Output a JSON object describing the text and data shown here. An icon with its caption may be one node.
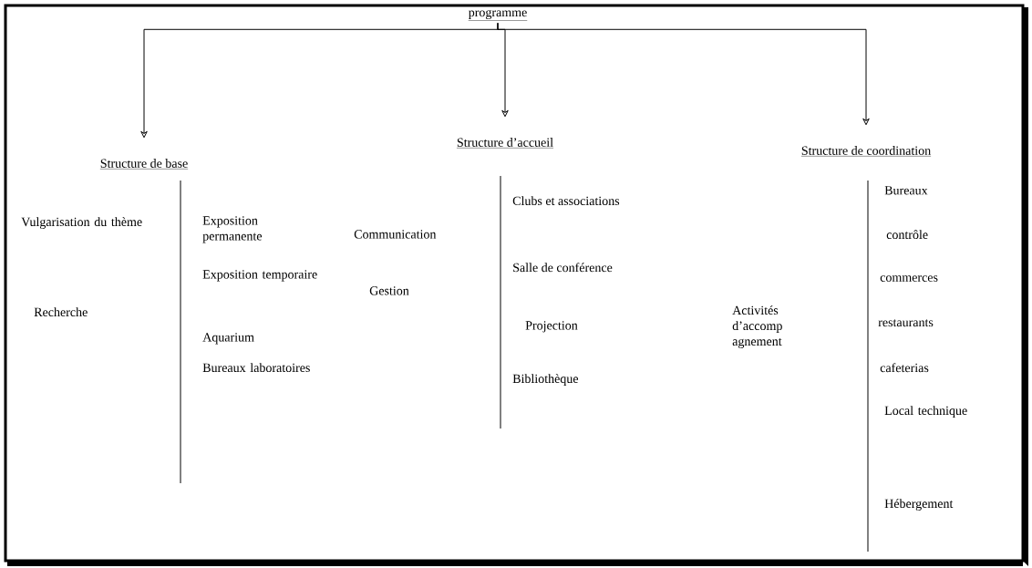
{
  "diagram": {
    "nodes": [
      {
        "text": [
          "programme"
        ]
      },
      {
        "text": [
          "Structure de base"
        ]
      },
      {
        "text": [
          "Structure d’accueil"
        ]
      },
      {
        "text": [
          "Structure de coordination"
        ]
      }
    ],
    "edges": [
      {
        "from": 0,
        "to": 1,
        "arrow": "to"
      },
      {
        "from": 0,
        "to": 2,
        "arrow": "to"
      },
      {
        "from": 0,
        "to": 3,
        "arrow": "to"
      }
    ],
    "labels": [
      "Vulgarisation du thème",
      "Recherche",
      "Exposition permanente",
      "Exposition temporaire",
      "Aquarium",
      "Bureaux laboratoires",
      "Communication",
      "Gestion",
      "Clubs et associations",
      "Salle de conférence",
      "Projection",
      "Bibliothèque",
      "Activités d’accomp agnement",
      "Bureaux",
      "contrôle",
      "commerces",
      "restaurants",
      "cafeterias",
      "Local technique",
      "Hébergement"
    ]
  }
}
